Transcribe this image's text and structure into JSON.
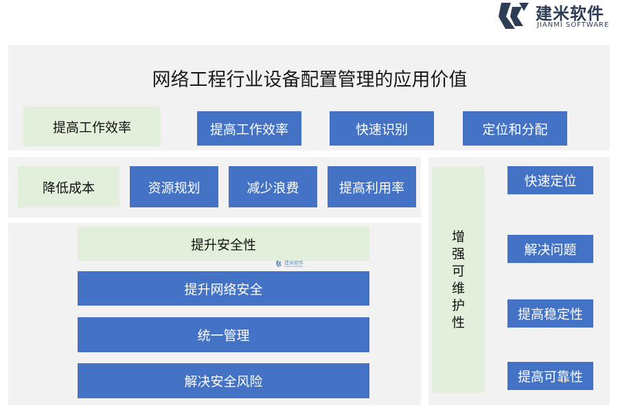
{
  "logo": {
    "name_cn": "建米软件",
    "name_en": "JIANMI SOFTWARE",
    "brand_color": "#2d3d55",
    "icon": "jianmi-logo-icon"
  },
  "watermark": {
    "name_cn": "建米软件",
    "name_en": "JIANMI SOFTWARE"
  },
  "diagram": {
    "title": "网络工程行业设备配置管理的应用价值",
    "efficiency": {
      "label": "提高工作效率",
      "items": [
        "提高工作效率",
        "快速识别",
        "定位和分配"
      ]
    },
    "cost": {
      "label": "降低成本",
      "items": [
        "资源规划",
        "减少浪费",
        "提高利用率"
      ]
    },
    "security": {
      "label": "提升安全性",
      "items": [
        "提升网络安全",
        "统一管理",
        "解决安全风险"
      ]
    },
    "maintainability": {
      "label_chars": [
        "增",
        "强",
        "可",
        "维",
        "护",
        "性"
      ],
      "items": [
        "快速定位",
        "解决问题",
        "提高稳定性",
        "提高可靠性"
      ]
    }
  },
  "colors": {
    "panel_bg": "#f2f2f2",
    "green_box": "#e2efda",
    "blue_box": "#4472c4"
  }
}
